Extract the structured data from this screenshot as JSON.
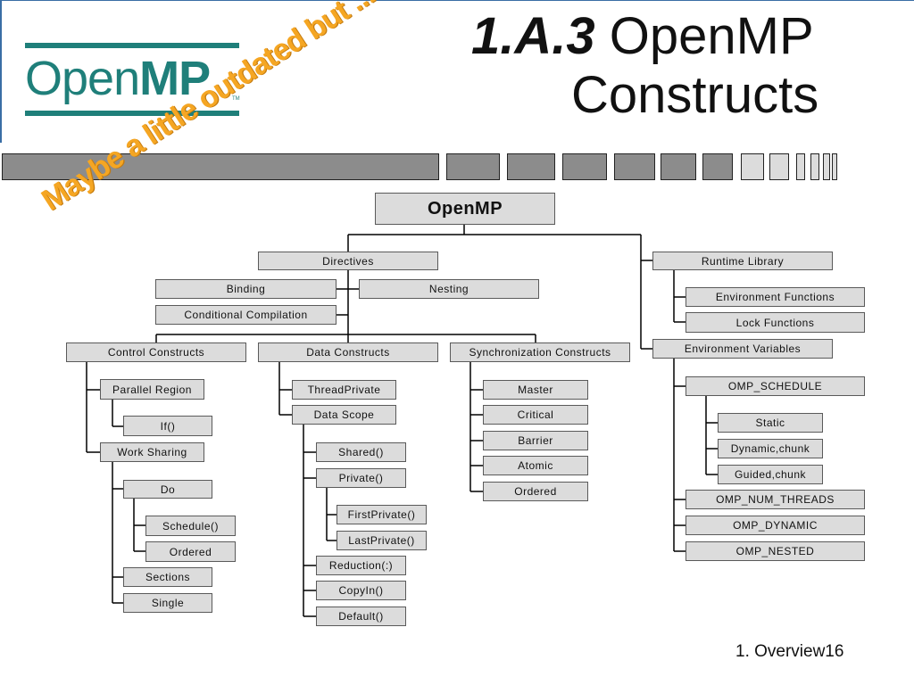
{
  "slide": {
    "title_number": "1.A.3",
    "title_line1": "OpenMP",
    "title_line2": "Constructs",
    "logo_plain": "Open",
    "logo_bold": "MP",
    "logo_tm": "TM",
    "watermark": "Maybe a little outdated but ...",
    "footer": "1. Overview16"
  },
  "tree": {
    "root": "OpenMP",
    "directives": "Directives",
    "binding": "Binding",
    "nesting": "Nesting",
    "conditional_compilation": "Conditional Compilation",
    "control_constructs": "Control Constructs",
    "parallel_region": "Parallel Region",
    "if": "If()",
    "work_sharing": "Work Sharing",
    "do": "Do",
    "schedule": "Schedule()",
    "ordered_do": "Ordered",
    "sections": "Sections",
    "single": "Single",
    "data_constructs": "Data Constructs",
    "threadprivate": "ThreadPrivate",
    "data_scope": "Data Scope",
    "shared": "Shared()",
    "private": "Private()",
    "firstprivate": "FirstPrivate()",
    "lastprivate": "LastPrivate()",
    "reduction": "Reduction(:)",
    "copyin": "CopyIn()",
    "default": "Default()",
    "sync_constructs": "Synchronization Constructs",
    "master": "Master",
    "critical": "Critical",
    "barrier": "Barrier",
    "atomic": "Atomic",
    "ordered_sync": "Ordered",
    "runtime_library": "Runtime Library",
    "env_functions": "Environment Functions",
    "lock_functions": "Lock Functions",
    "env_variables": "Environment Variables",
    "omp_schedule": "OMP_SCHEDULE",
    "static": "Static",
    "dynamic_chunk": "Dynamic,chunk",
    "guided_chunk": "Guided,chunk",
    "omp_num_threads": "OMP_NUM_THREADS",
    "omp_dynamic": "OMP_DYNAMIC",
    "omp_nested": "OMP_NESTED"
  }
}
